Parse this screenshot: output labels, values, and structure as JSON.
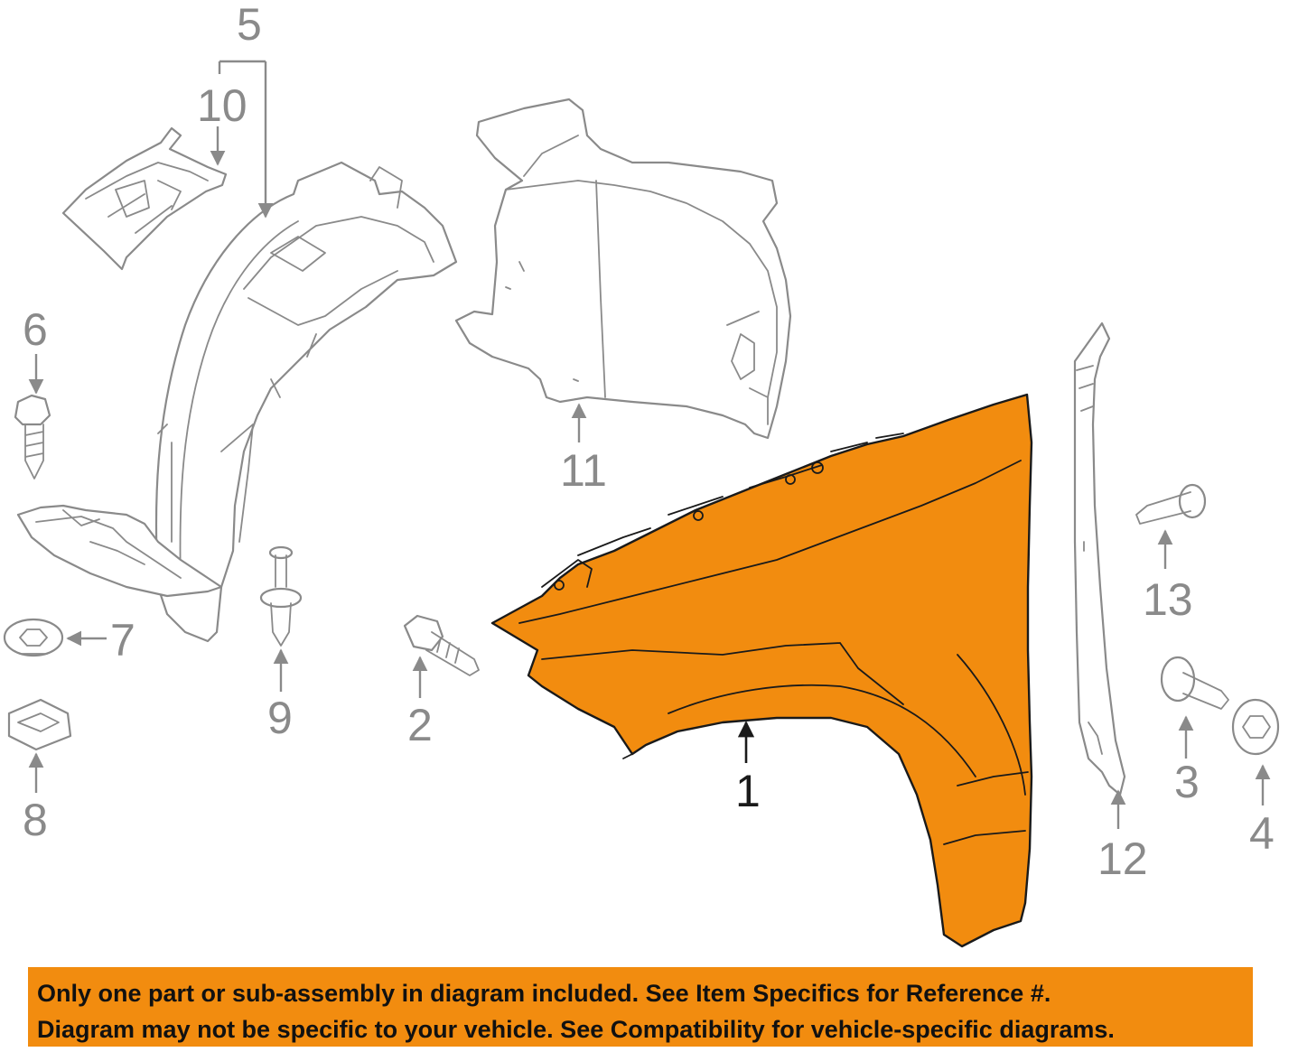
{
  "callouts": {
    "c1": "1",
    "c2": "2",
    "c3": "3",
    "c4": "4",
    "c5": "5",
    "c6": "6",
    "c7": "7",
    "c8": "8",
    "c9": "9",
    "c10": "10",
    "c11": "11",
    "c12": "12",
    "c13": "13"
  },
  "notice": {
    "line1": "Only one part or sub-assembly in diagram included. See Item Specifics for Reference #.",
    "line2": "Diagram may not be specific to your vehicle. See Compatibility for vehicle-specific diagrams."
  },
  "colors": {
    "highlight": "#f28c0f",
    "line": "#8a8a8a",
    "dark": "#1a1a1a"
  }
}
